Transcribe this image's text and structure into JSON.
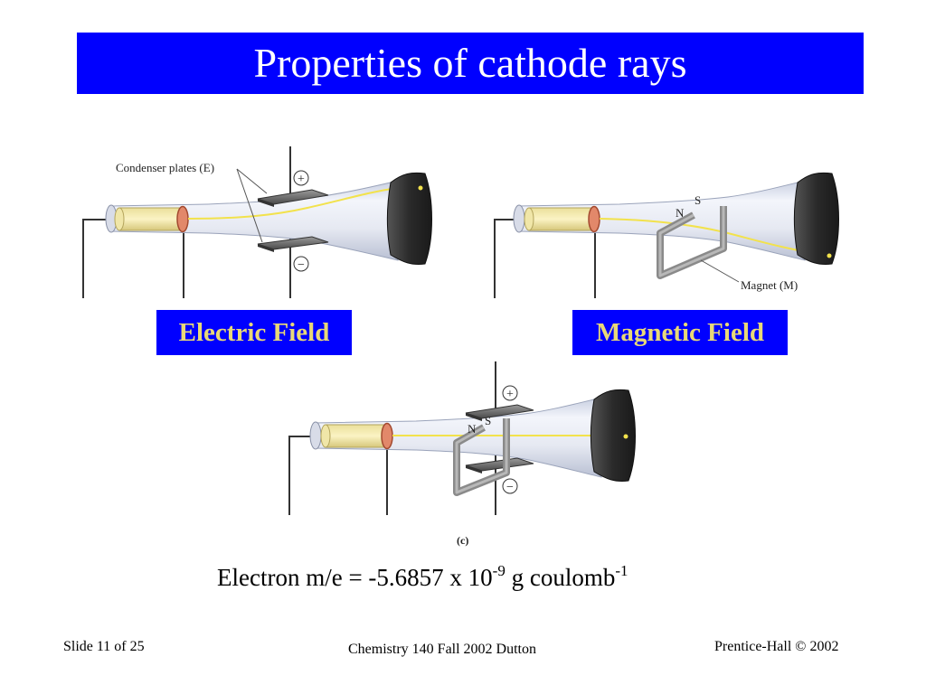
{
  "title": "Properties of cathode rays",
  "colors": {
    "banner": "#0000ff",
    "label_text": "#e8d878",
    "title_text": "#ffffff",
    "beam": "#f2e24c",
    "screen": "#2b2b2b",
    "magnet": "#8a8a8a"
  },
  "diagrams": {
    "electric": {
      "plates_label": "Condenser plates (E)",
      "positive_symbol": "+",
      "negative_symbol": "−"
    },
    "magnetic": {
      "north_label": "N",
      "south_label": "S",
      "magnet_label": "Magnet (M)"
    },
    "combined": {
      "north_label": "N",
      "south_label": "S",
      "positive_symbol": "+",
      "negative_symbol": "−",
      "caption": "(c)"
    }
  },
  "labels": {
    "electric": "Electric Field",
    "magnetic": "Magnetic Field"
  },
  "formula": {
    "prefix": "Electron m/e  = -5.6857 x 10",
    "exp1": "-9",
    "middle": " g coulomb",
    "exp2": "-1"
  },
  "footer": {
    "slide": "Slide 11 of 25",
    "course": "Chemistry 140 Fall 2002 Dutton",
    "publisher": "Prentice-Hall © 2002"
  }
}
